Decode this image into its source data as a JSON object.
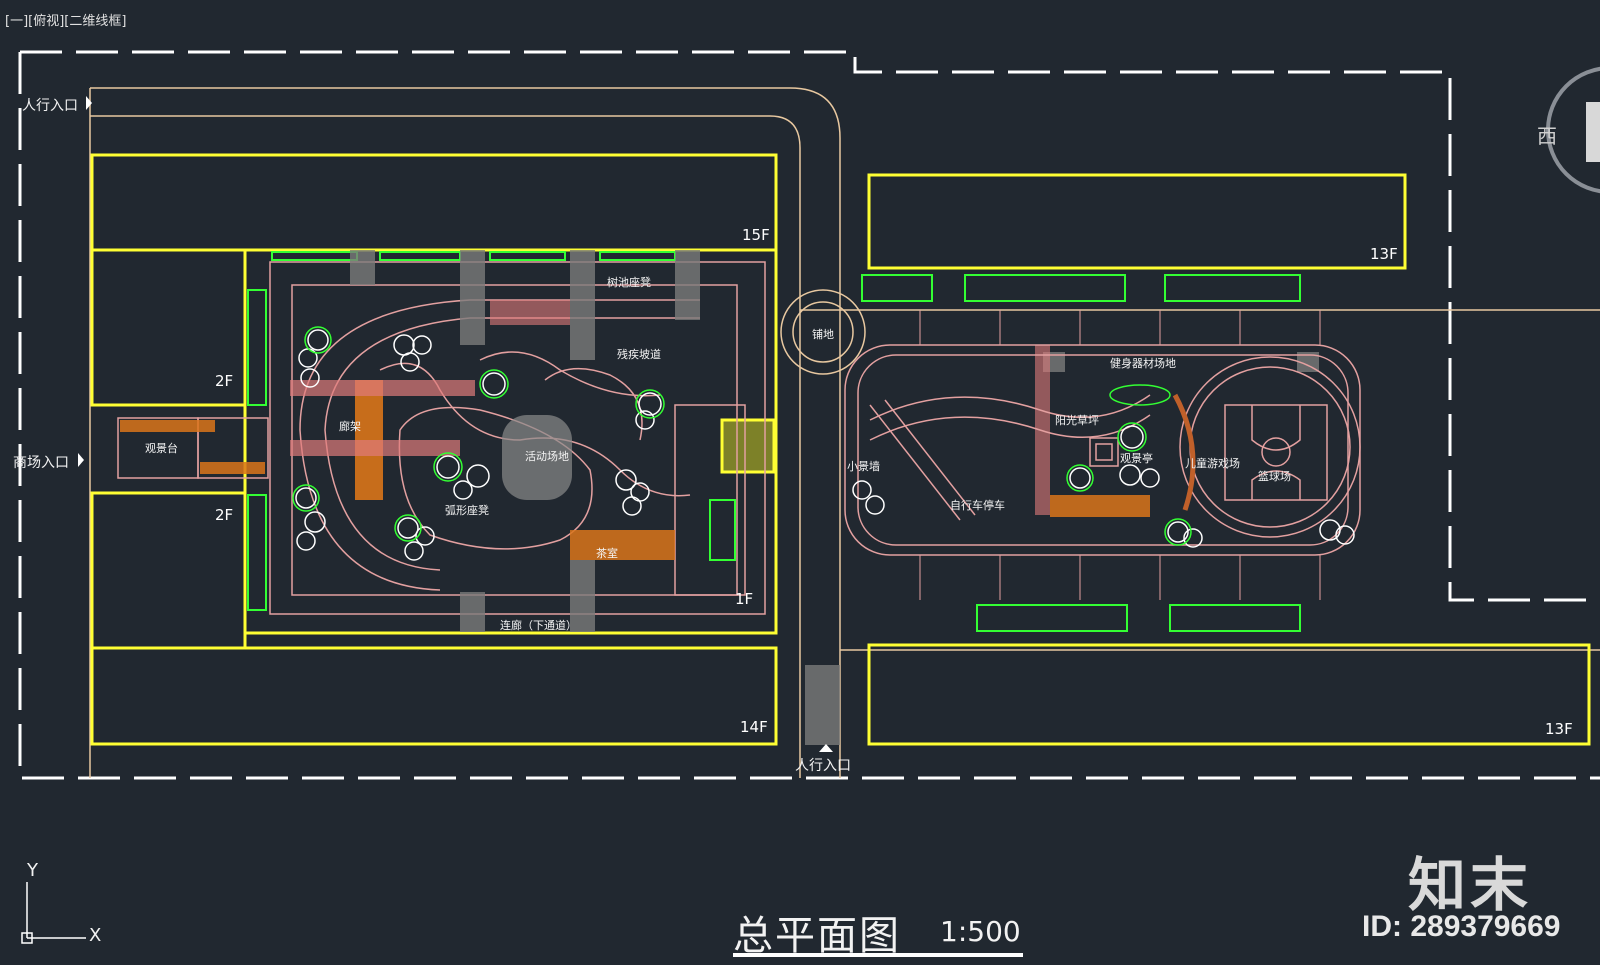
{
  "viewport": {
    "label": "[一][俯视][二维线框]"
  },
  "drawing": {
    "title": "总平面图",
    "scale": "1:500",
    "entrances": {
      "pedestrian_top": "人行入口",
      "mall": "商场入口",
      "pedestrian_bottom": "人行入口"
    },
    "floors": {
      "b1": "15F",
      "b2": "2F",
      "b3": "2F",
      "b4": "1F",
      "b5": "14F",
      "b6": "13F",
      "b7": "13F"
    },
    "features": {
      "tree_seat": "树池座凳",
      "ramp": "残疾坡道",
      "gallery": "廊架",
      "deck": "观景台",
      "activity": "活动场地",
      "arc_seat": "弧形座凳",
      "teahouse": "茶室",
      "passage": "连廊（下通道）",
      "paving": "铺地",
      "fitness": "健身器材场地",
      "lawn": "阳光草坪",
      "landscape_wall": "小景墙",
      "pavilion": "观景亭",
      "kids": "儿童游戏场",
      "basketball": "篮球场",
      "bike": "自行车停车"
    },
    "axes": {
      "y": "Y",
      "x": "X"
    }
  },
  "viewcube": {
    "label": "西"
  },
  "watermark": {
    "logo": "知末",
    "id": "ID: 289379669"
  },
  "colors": {
    "background": "#212830",
    "building": "#ffff33",
    "landscape": "#e3a0a0",
    "greenery": "#33ff33",
    "boundary": "#ffffff",
    "road": "#e8c8a0"
  }
}
